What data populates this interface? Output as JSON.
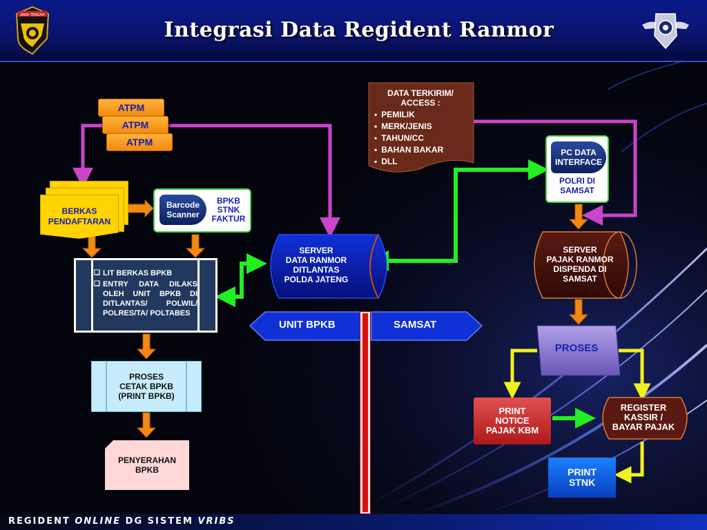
{
  "title": "Integrasi Data Regident Ranmor",
  "footer": {
    "part1": "REGIDENT ",
    "part2": "ONLINE",
    "part3": " DG SISTEM ",
    "part4": "VRIBS"
  },
  "logos": {
    "left_text": "JAWA TENGAH",
    "left_icon": "police-shield-icon",
    "right_icon": "winged-emblem-icon"
  },
  "nodes": {
    "atpm": [
      "ATPM",
      "ATPM",
      "ATPM"
    ],
    "berkas": "BERKAS PENDAFTARAN",
    "scanner": {
      "pill": "Barcode Scanner",
      "side": [
        "BPKB",
        "STNK",
        "FAKTUR"
      ]
    },
    "lit": {
      "items": [
        "LIT BERKAS BPKB",
        "ENTRY DATA DILAKS OLEH UNIT BPKB DI DITLANTAS/ POLWIL/ POLRES/TA/ POLTABES"
      ]
    },
    "proses_cetak": [
      "PROSES",
      "CETAK BPKB",
      "(PRINT BPKB)"
    ],
    "penyerahan": [
      "PENYERAHAN",
      "BPKB"
    ],
    "server_polda": [
      "SERVER",
      "DATA RANMOR",
      "DITLANTAS",
      "POLDA JATENG"
    ],
    "data_terkirim": {
      "header": "DATA TERKIRIM/ ACCESS :",
      "items": [
        "PEMILIK",
        "MERK/JENIS",
        "TAHUN/CC",
        "BAHAN BAKAR",
        "DLL"
      ]
    },
    "pc_data": {
      "pill": "PC DATA INTERFACE",
      "side": "POLRI DI SAMSAT"
    },
    "server_pajak": [
      "SERVER",
      "PAJAK RANMOR",
      "DISPENDA DI",
      "SAMSAT"
    ],
    "unit_bpkb": "UNIT BPKB",
    "samsat": "SAMSAT",
    "proses": "PROSES",
    "print_notice": [
      "PRINT",
      "NOTICE",
      "PAJAK KBM"
    ],
    "register": [
      "REGISTER",
      "KASSIR /",
      "BAYAR PAJAK"
    ],
    "print_stnk": [
      "PRINT",
      "STNK"
    ]
  },
  "colors": {
    "header_blue": "#0b1a8a",
    "arrow_orange": "#f28a10",
    "arrow_magenta": "#cc44cc",
    "arrow_green": "#22ee22",
    "arrow_yellow": "#f0f020",
    "server_blue": "#0a1aa0",
    "server_brown": "#4a1410"
  }
}
